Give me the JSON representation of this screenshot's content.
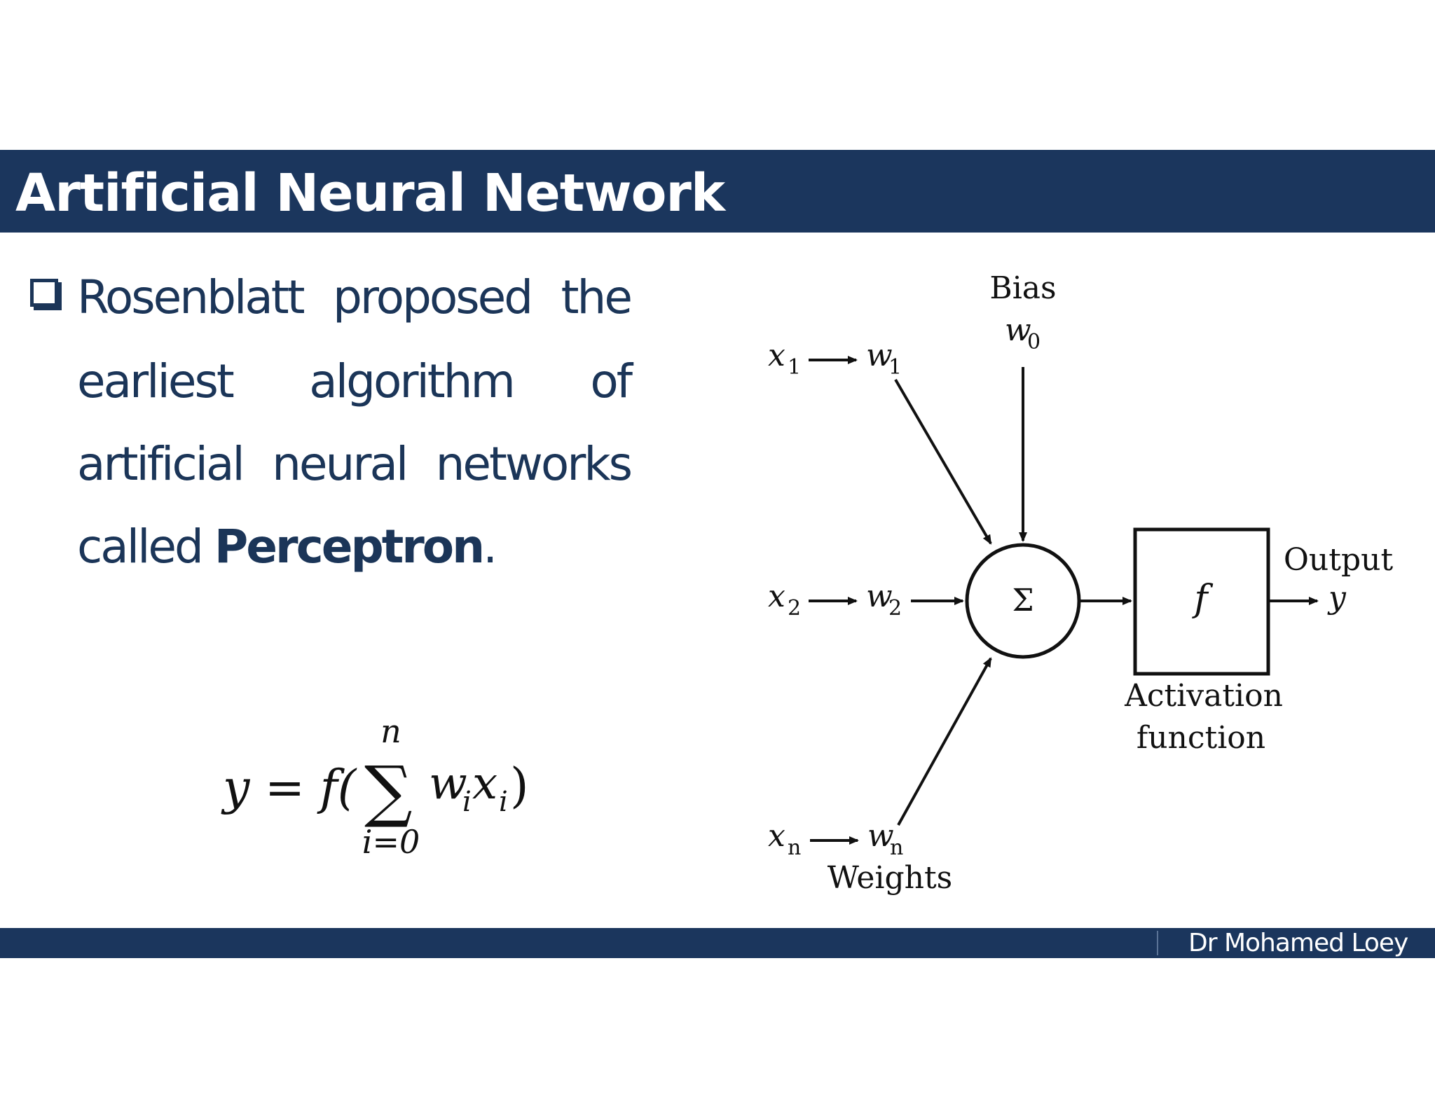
{
  "slide": {
    "title": "Artificial Neural Network",
    "author": "Dr Mohamed Loey",
    "bullet_lines": [
      [
        "Rosenblatt",
        "proposed",
        "the"
      ],
      [
        "earliest",
        "algorithm",
        "of"
      ],
      [
        "artificial",
        "neural",
        "networks"
      ]
    ],
    "last_line": {
      "prefix": "called ",
      "term": "Perceptron",
      "suffix": "."
    }
  },
  "formula": {
    "lhs": "y = f(",
    "sum_symbol": "∑",
    "upper": "n",
    "lower": "i=0",
    "w": "w",
    "x": "x",
    "sub": "i",
    "close": ")"
  },
  "diagram": {
    "bias_label": "Bias",
    "inputs": [
      {
        "x": "x",
        "x_sub": "1",
        "w": "w",
        "w_sub": "1"
      },
      {
        "x": "x",
        "x_sub": "2",
        "w": "w",
        "w_sub": "2"
      },
      {
        "x": "x",
        "x_sub": "n",
        "w": "w",
        "w_sub": "n"
      }
    ],
    "bias_weight": {
      "w": "w",
      "w_sub": "0"
    },
    "sum_symbol": "Σ",
    "activation_symbol": "f",
    "activation_label_1": "Activation",
    "activation_label_2": "function",
    "output_label": "Output",
    "output_symbol": "y",
    "weights_label": "Weights"
  },
  "colors": {
    "brand_navy": "#1b365d",
    "text_navy": "#1b3558",
    "diagram_ink": "#111111"
  }
}
